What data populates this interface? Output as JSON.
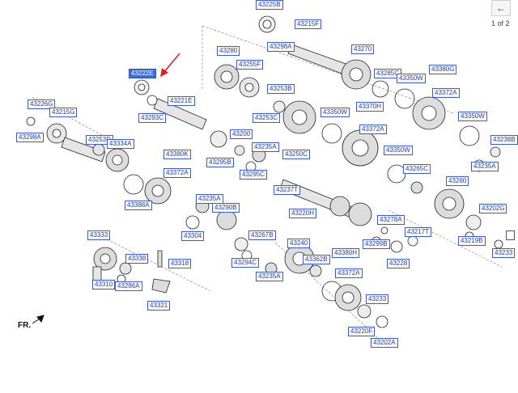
{
  "toolbar": {
    "back_icon": "arrow-left-icon",
    "back_glyph": "←",
    "page_indicator": "1 of 2"
  },
  "diagram": {
    "direction_label": "FR.",
    "highlight_color": "#3b6fe0",
    "label_color": "#1e3aa8",
    "arrow_color": "#e02020",
    "parts": [
      "43225B",
      "43215F",
      "43298A",
      "43270",
      "43280",
      "43255F",
      "43285C",
      "43350W",
      "43380G",
      "43222E",
      "43253B",
      "43372A",
      "43221E",
      "43293C",
      "43253C",
      "43350W",
      "43370H",
      "43226G",
      "43215G",
      "43298A",
      "43200",
      "43372A",
      "43350W",
      "43253D",
      "43334A",
      "43235A",
      "43250C",
      "43350W",
      "43380K",
      "43295B",
      "43238B",
      "43235A",
      "43265C",
      "43372A",
      "43295C",
      "43260",
      "43237T",
      "43235A",
      "43290B",
      "43388A",
      "43220H",
      "43202G",
      "43278A",
      "43217T",
      "43304",
      "43299B",
      "43219B",
      "43333",
      "43267B",
      "43228",
      "43233",
      "43240",
      "43338",
      "43380H",
      "43318",
      "43362B",
      "43294C",
      "43372A",
      "43310",
      "43286A",
      "43235A",
      "43233",
      "43321",
      "43220F",
      "43202A"
    ]
  }
}
